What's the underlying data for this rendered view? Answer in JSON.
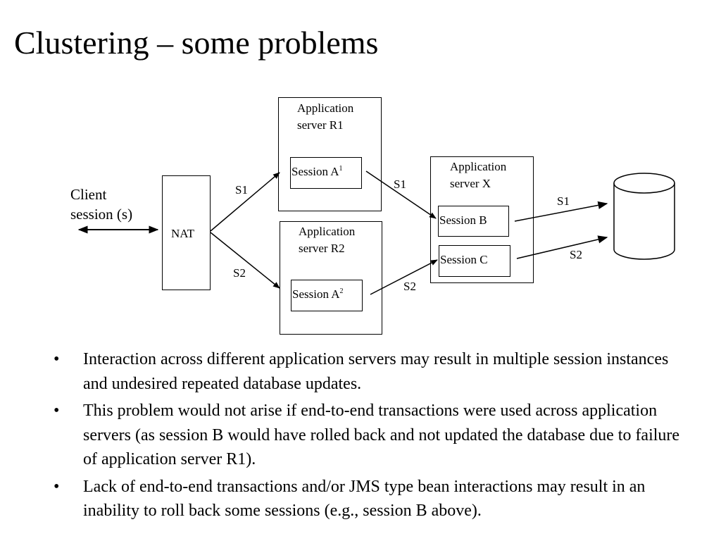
{
  "title": "Clustering – some problems",
  "diagram": {
    "client_label_1": "Client",
    "client_label_2": "session (s)",
    "nat_label": "NAT",
    "r1_label_1": "Application",
    "r1_label_2": "server R1",
    "r2_label_1": "Application",
    "r2_label_2": "server R2",
    "x_label_1": "Application",
    "x_label_2": "server X",
    "session_a1": "Session A",
    "session_a1_sup": "1",
    "session_a2": "Session A",
    "session_a2_sup": "2",
    "session_b": "Session B",
    "session_c": "Session C",
    "edge_nat_r1": "S1",
    "edge_nat_r2": "S2",
    "edge_r1_x": "S1",
    "edge_r2_x": "S2",
    "edge_b_db": "S1",
    "edge_c_db": "S2"
  },
  "bullets": [
    "Interaction across different application servers may result in multiple session instances and undesired repeated database updates.",
    "This problem would not arise if end-to-end transactions were used across application servers (as session B would have rolled back and not updated the database due to failure of application server R1).",
    "Lack of end-to-end transactions and/or JMS type bean interactions may result in an inability to roll back some sessions (e.g., session B above)."
  ],
  "bullet_glyph": "•"
}
